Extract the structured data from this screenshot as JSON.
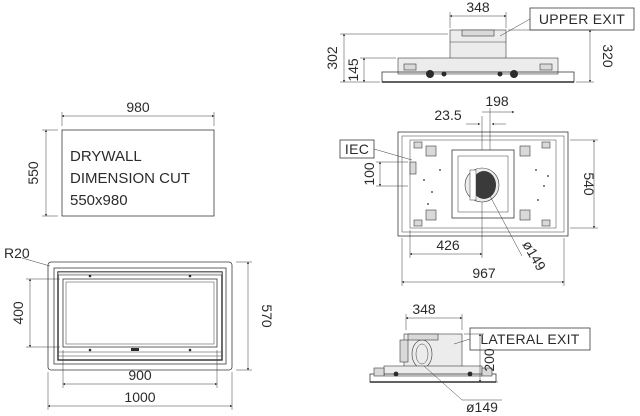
{
  "drywall": {
    "width": "980",
    "height": "550",
    "text_line1": "DRYWALL",
    "text_line2": "DIMENSION CUT",
    "text_line3": "550x980"
  },
  "front_view": {
    "radius": "R20",
    "height_outer": "570",
    "height_inner": "400",
    "width_inner": "900",
    "width_outer": "1000"
  },
  "upper_view": {
    "width": "348",
    "label": "UPPER EXIT",
    "height_total": "302",
    "height_body": "145",
    "height_right": "320"
  },
  "top_view": {
    "offset_198": "198",
    "offset_23_5": "23.5",
    "iec_label": "IEC",
    "dim_100": "100",
    "height": "540",
    "width_426": "426",
    "diameter": "ø149",
    "width_total": "967"
  },
  "lateral_view": {
    "width": "348",
    "label": "LATERAL EXIT",
    "height": "200",
    "diameter": "ø149"
  }
}
